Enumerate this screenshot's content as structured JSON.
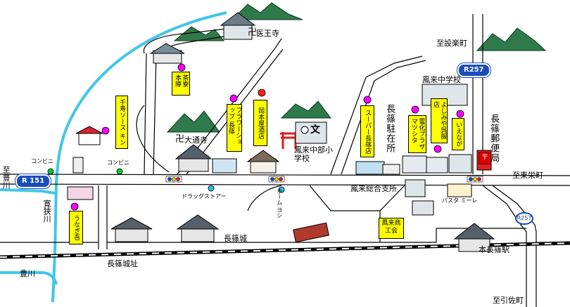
{
  "labels": {
    "ioji": "医王寺",
    "shitara": "至設楽町",
    "horai_jhs": "鳳来中学校",
    "otoriji": "大通寺",
    "conv_left": "コンビニ",
    "conv_mid": "コンビニ",
    "toyokawa": "至豊川",
    "toeiko": "至東栄町",
    "drugstore": "ドラッグストアー",
    "home_yoshi": "ホーム ヨシ",
    "sogo": "鳳来総合支所",
    "pasta": "パスタ ミーレ",
    "kanpuku": "寛狭川",
    "nagashino_castle": "長篠城",
    "nagashino_castle_ruins": "長篠城址",
    "toyokawa_river": "豊川",
    "hon_nagashino": "本長篠駅",
    "hikisa": "至引佐町"
  },
  "vertical_labels": {
    "chuzaisho": "長篠駐在所",
    "yubinkyoku": "長篠郵便局",
    "school": "鳳来中部小学校"
  },
  "shops": {
    "chakura": "茶寮 本陣",
    "senjuji": "千寿ソース キン",
    "flower": "フラワーショップ 長篠",
    "okamoto": "岡本屋酒店",
    "super": "スーパー長篠店",
    "denka": "電化プラザ マツシタ",
    "yoshimi": "よしみや呉服店",
    "ienaga": "いえなが",
    "unagi": "うなぎ吾",
    "shokokai": "鳳来商工会"
  },
  "routes": {
    "r151": "R 151",
    "r257_top": "R257",
    "r257_side": "R257"
  },
  "symbols": {
    "temple_ioji": "卍",
    "temple_otoriji": "卍",
    "school_mark": "文",
    "post_mark": "〒"
  },
  "colors": {
    "road": "#000000",
    "river": "#3fc7e8",
    "route_badge": "#1a4db8",
    "shop_box": "#ffff00",
    "pin_magenta": "#ff00ff",
    "pin_green": "#00cc33",
    "pin_cyan": "#29bfe0",
    "pin_red": "#ff2020",
    "mountain": "#2f7a4a",
    "torii": "#e21a1a"
  }
}
